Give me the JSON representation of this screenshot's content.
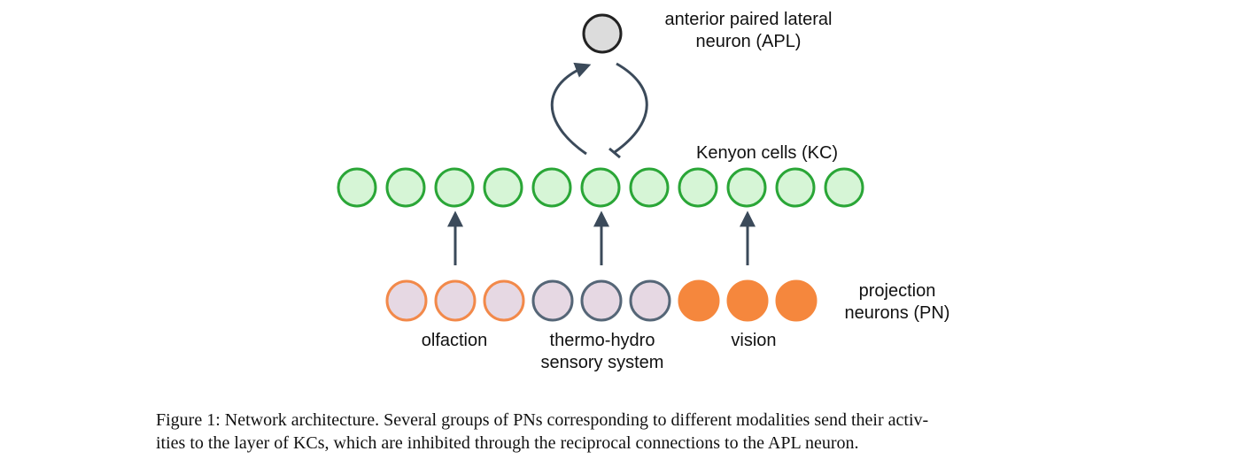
{
  "apl": {
    "label_line1": "anterior paired lateral",
    "label_line2": "neuron (APL)",
    "fill": "#dcdcdc",
    "stroke": "#222222"
  },
  "kc": {
    "label": "Kenyon cells (KC)",
    "count": 11,
    "fill": "#d6f5d6",
    "stroke": "#2aa637"
  },
  "pn": {
    "label_line1": "projection",
    "label_line2": "neurons (PN)",
    "groups": [
      {
        "name": "olfaction",
        "label_lines": [
          "olfaction"
        ],
        "count": 3,
        "fill": "#e6d8e3",
        "stroke": "#f2894a"
      },
      {
        "name": "thermo-hydro",
        "label_lines": [
          "thermo-hydro",
          "sensory system"
        ],
        "count": 3,
        "fill": "#e6d8e3",
        "stroke": "#556677"
      },
      {
        "name": "vision",
        "label_lines": [
          "vision"
        ],
        "count": 3,
        "fill": "#f5873d",
        "stroke": "#f5873d"
      }
    ]
  },
  "arrow_color": "#3b4a5a",
  "caption": {
    "line1": "Figure 1: Network architecture. Several groups of PNs corresponding to different modalities send their activ-",
    "line2": "ities to the layer of KCs, which are inhibited through the reciprocal connections to the APL neuron."
  }
}
